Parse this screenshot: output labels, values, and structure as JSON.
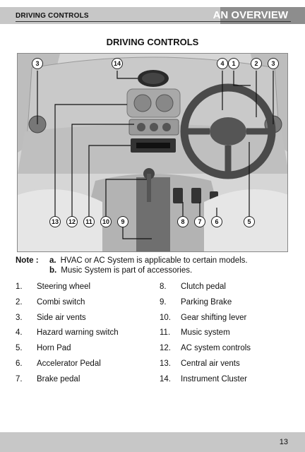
{
  "header": {
    "section_label": "DRIVING CONTROLS",
    "chapter_title": "AN OVERVIEW"
  },
  "page_title": "DRIVING CONTROLS",
  "figure": {
    "callouts_top": [
      "3",
      "14",
      "4",
      "1",
      "2",
      "3"
    ],
    "callouts_bottom": [
      "13",
      "12",
      "11",
      "10",
      "9",
      "8",
      "7",
      "6",
      "5"
    ]
  },
  "note": {
    "label": "Note :",
    "items": [
      {
        "marker": "a.",
        "text": "HVAC or AC System is applicable to certain models."
      },
      {
        "marker": "b.",
        "text": "Music System is part of accessories."
      }
    ]
  },
  "legend": {
    "left": [
      {
        "num": "1.",
        "label": "Steering wheel"
      },
      {
        "num": "2.",
        "label": "Combi switch"
      },
      {
        "num": "3.",
        "label": "Side air vents"
      },
      {
        "num": "4.",
        "label": "Hazard warning switch"
      },
      {
        "num": "5.",
        "label": "Horn Pad"
      },
      {
        "num": "6.",
        "label": "Accelerator Pedal"
      },
      {
        "num": "7.",
        "label": "Brake pedal"
      }
    ],
    "right": [
      {
        "num": "8.",
        "label": "Clutch pedal"
      },
      {
        "num": "9.",
        "label": "Parking Brake"
      },
      {
        "num": "10.",
        "label": "Gear shifting lever"
      },
      {
        "num": "11.",
        "label": "Music system"
      },
      {
        "num": "12.",
        "label": "AC system controls"
      },
      {
        "num": "13.",
        "label": "Central air vents"
      },
      {
        "num": "14.",
        "label": "Instrument Cluster"
      }
    ]
  },
  "page_number": "13"
}
